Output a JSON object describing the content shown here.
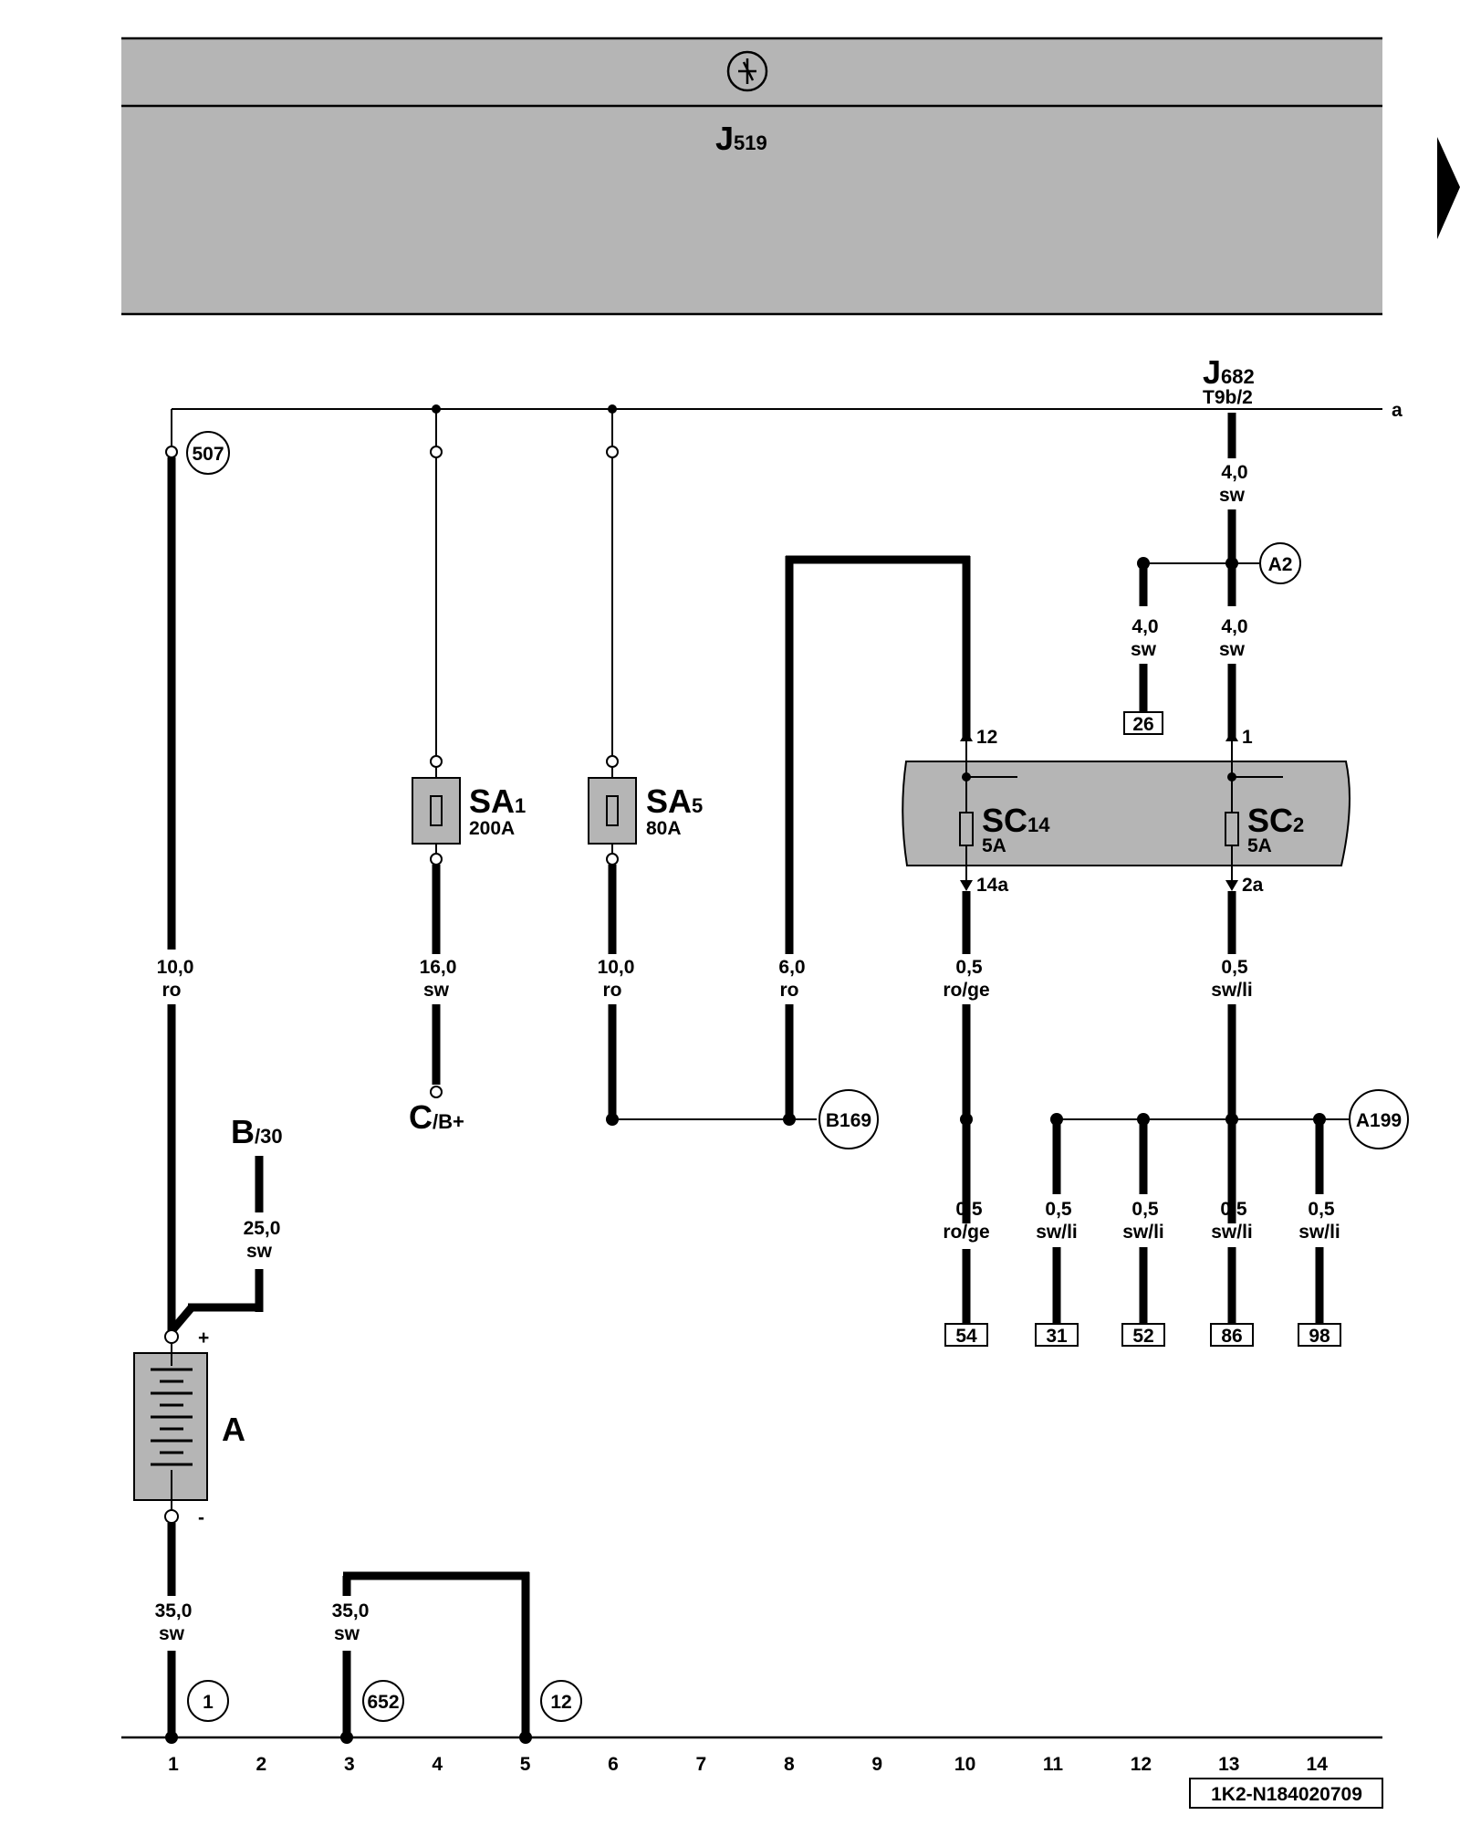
{
  "header": {
    "unit_symbol": "ground-symbol-icon",
    "unit_name": "J",
    "unit_sub": "519"
  },
  "next_page_icon": "arrow-right-icon",
  "components": {
    "j682": {
      "name": "J",
      "sub": "682",
      "pin": "T9b/2"
    },
    "sa1": {
      "name": "SA",
      "sub": "1",
      "rating": "200A"
    },
    "sa5": {
      "name": "SA",
      "sub": "5",
      "rating": "80A"
    },
    "sc14": {
      "name": "SC",
      "sub": "14",
      "rating": "5A",
      "pin_in": "12",
      "pin_out": "14a"
    },
    "sc2": {
      "name": "SC",
      "sub": "2",
      "rating": "5A",
      "pin_in": "1",
      "pin_out": "2a"
    },
    "battery": {
      "name": "A",
      "plus": "+",
      "minus": "-"
    },
    "b30": {
      "name": "B",
      "sub": "/30"
    },
    "cbplus": {
      "name": "C",
      "sub": "/B+"
    },
    "bus_label": "a"
  },
  "wires": {
    "w_bat_up": {
      "size": "10,0",
      "color": "ro"
    },
    "w_sa1": {
      "size": "16,0",
      "color": "sw"
    },
    "w_sa5": {
      "size": "10,0",
      "color": "ro"
    },
    "w_6": {
      "size": "6,0",
      "color": "ro"
    },
    "w_sc14": {
      "size": "0,5",
      "color": "ro/ge"
    },
    "w_sc2": {
      "size": "0,5",
      "color": "sw/li"
    },
    "w_j682": {
      "size": "4,0",
      "color": "sw"
    },
    "w_a2_r": {
      "size": "4,0",
      "color": "sw"
    },
    "w_a2_l": {
      "size": "4,0",
      "color": "sw"
    },
    "w_b30": {
      "size": "25,0",
      "color": "sw"
    },
    "w_54": {
      "size": "0,5",
      "color": "ro/ge"
    },
    "w_31": {
      "size": "0,5",
      "color": "sw/li"
    },
    "w_52": {
      "size": "0,5",
      "color": "sw/li"
    },
    "w_86": {
      "size": "0,5",
      "color": "sw/li"
    },
    "w_98": {
      "size": "0,5",
      "color": "sw/li"
    },
    "w_bat_dn": {
      "size": "35,0",
      "color": "sw"
    },
    "w_652": {
      "size": "35,0",
      "color": "sw"
    }
  },
  "connectors": {
    "c507": "507",
    "cA2": "A2",
    "cB169": "B169",
    "cA199": "A199",
    "c1": "1",
    "c652": "652",
    "c12": "12"
  },
  "targets": {
    "t26": "26",
    "t54": "54",
    "t31": "31",
    "t52": "52",
    "t86": "86",
    "t98": "98"
  },
  "tracks": [
    "1",
    "2",
    "3",
    "4",
    "5",
    "6",
    "7",
    "8",
    "9",
    "10",
    "11",
    "12",
    "13",
    "14"
  ],
  "doc_id": "1K2-N184020709"
}
